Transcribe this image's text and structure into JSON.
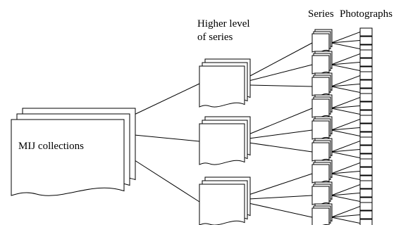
{
  "diagram": {
    "labels": {
      "root": "MIJ collections",
      "higher_level_line1": "Higher level",
      "higher_level_line2": "of series",
      "series_header": "Series",
      "photographs_header": "Photographs"
    },
    "structure": {
      "higher_level_groups": 3,
      "series_per_group": 3,
      "photographs_per_series": 3
    },
    "colors": {
      "stroke": "#000000",
      "fill": "#ffffff"
    }
  }
}
